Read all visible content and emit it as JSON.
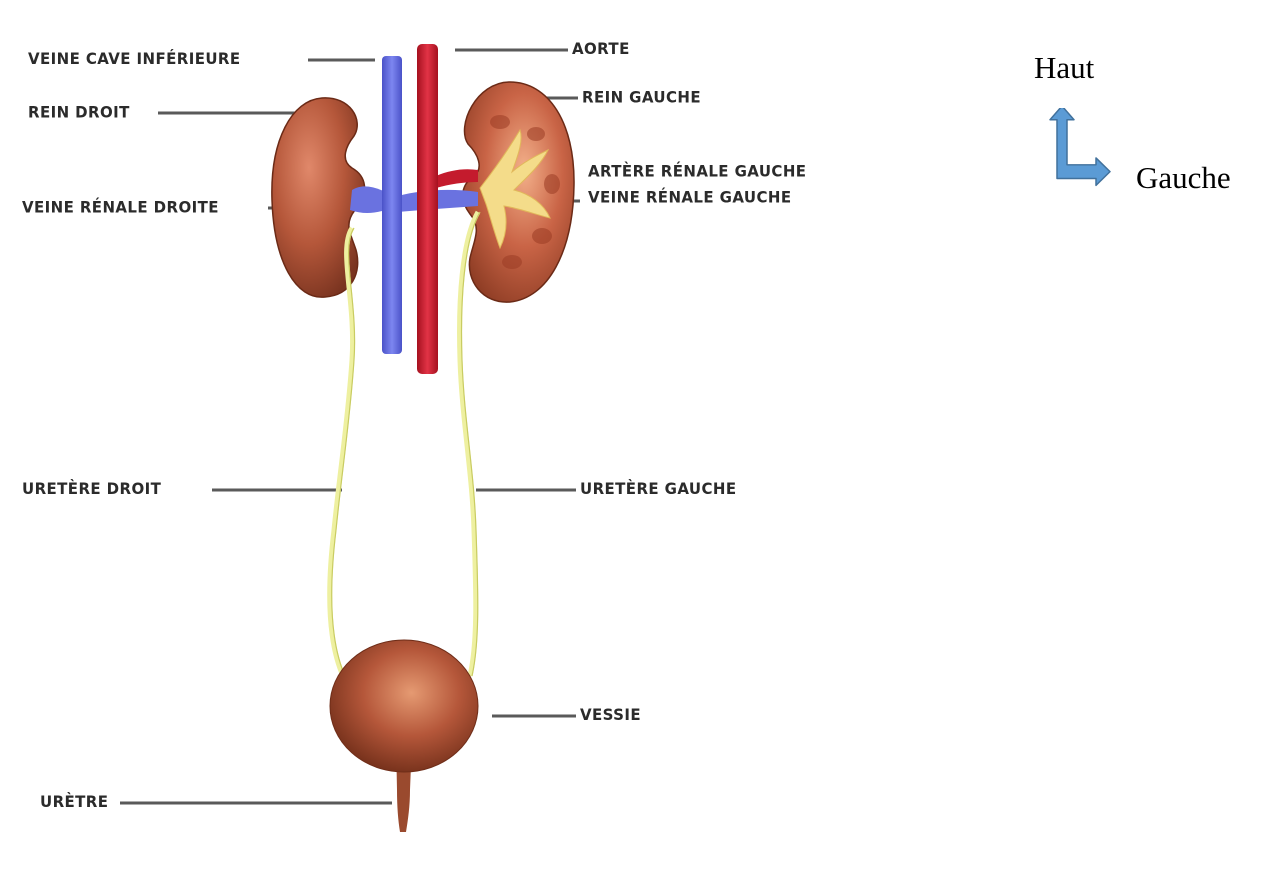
{
  "diagram": {
    "labels": {
      "veine_cave_inferieure": "VEINE CAVE INFÉRIEURE",
      "aorte": "AORTE",
      "rein_droit": "REIN DROIT",
      "rein_gauche": "REIN GAUCHE",
      "artere_renale_gauche": "ARTÈRE RÉNALE GAUCHE",
      "veine_renale_droite": "VEINE RÉNALE DROITE",
      "veine_renale_gauche": "VEINE RÉNALE GAUCHE",
      "uretere_droit": "URETÈRE DROIT",
      "uretere_gauche": "URETÈRE GAUCHE",
      "vessie": "VESSIE",
      "uretre": "URÈTRE"
    }
  },
  "orientation": {
    "up_label": "Haut",
    "left_label": "Gauche"
  },
  "colors": {
    "vein": "#6a72e0",
    "artery": "#d01f32",
    "kidney": "#b5573a",
    "ureter": "#eef0a0",
    "arrow": "#5b9bd5"
  },
  "icons": {
    "orientation_arrow": "bent-arrow-icon"
  }
}
